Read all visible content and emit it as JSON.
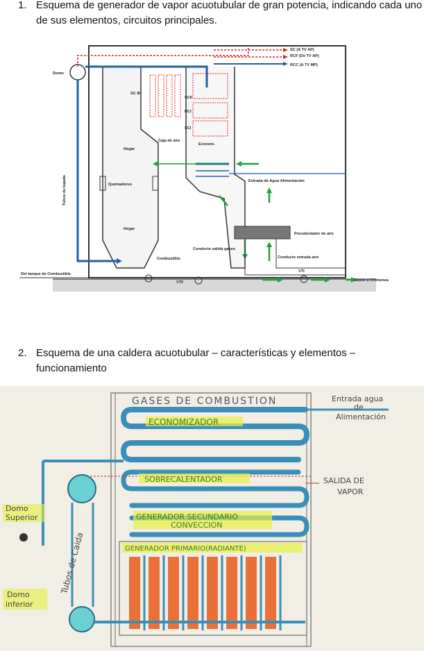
{
  "section1": {
    "number": "1.",
    "text": "Esquema de generador de vapor acuotubular de gran potencia, indicando cada uno de sus elementos, circuitos principales."
  },
  "section2": {
    "number": "2.",
    "text": "Esquema de una caldera acuotubular – características y elementos – funcionamiento"
  },
  "diagram1": {
    "labels": {
      "domo": "Domo",
      "sc3": "SC III",
      "sc2": "SCII",
      "rci": "RCI",
      "sci": "SCI",
      "tubos_bajada": "Tubos de bajada",
      "hogar_top": "Hogar",
      "hogar_bottom": "Hogar",
      "caja_aire": "Caja de aire",
      "econom": "Econom.",
      "quemadores": "Quemadores",
      "combustible": "Combustible",
      "tanque": "Del tanque de Combustible",
      "vtf": "VTF",
      "vti": "VTI",
      "conducto_salida": "Conducto salida gases",
      "conducto_entrada": "Conducto entrada aire",
      "precalentador": "Precalentador de aire",
      "entrada_agua": "Entrada de Agua Alimentación",
      "gases_chimenea": "Gases a Chimenea",
      "sc_tv_ap": "SC (A TV AP)",
      "rcf_tv_ap": "RCF (De TV AP)",
      "rcc_tv_mp": "RCC (A TV MP)"
    },
    "colors": {
      "water": "#1f5fa8",
      "steam": "#e02020",
      "air": "#20a040"
    }
  },
  "diagram2": {
    "labels": {
      "gases": "GASES DE COMBUSTION",
      "economizador": "ECONOMIZADOR",
      "entrada_agua_1": "Entrada agua",
      "entrada_agua_2": "de",
      "entrada_agua_3": "Alimentación",
      "sobrecalentador": "SOBRECALENTADOR",
      "salida_vapor_1": "SALIDA DE",
      "salida_vapor_2": "VAPOR",
      "domo_sup_1": "Domo",
      "domo_sup_2": "Superior",
      "generador_sec_1": "GENERADOR SECUNDARIO",
      "generador_sec_2": "CONVECCION",
      "generador_pri": "GENERADOR PRIMARIO(RADIANTE)",
      "tubos_caida": "Tubos de Caida",
      "domo_inf_1": "Domo",
      "domo_inf_2": "inferior"
    },
    "colors": {
      "tube": "#3a8fb8",
      "highlight": "#e8f040",
      "flame": "#e85a1a"
    }
  }
}
